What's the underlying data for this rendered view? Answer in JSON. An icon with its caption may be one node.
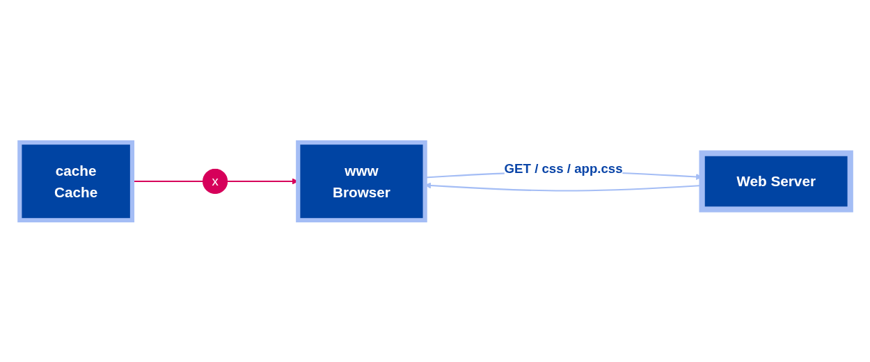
{
  "diagram": {
    "nodes": [
      {
        "text": [
          "www",
          "Browser"
        ]
      },
      {
        "text": [
          "Web Server"
        ]
      },
      {
        "text": [
          "cache",
          "Cache"
        ]
      }
    ],
    "edges": [
      {
        "from": 0,
        "to": 1,
        "label": "GET / css / app.css",
        "arrow": "to"
      },
      {
        "from": 1,
        "to": 0,
        "arrow": "to"
      },
      {
        "from": 2,
        "to": 0,
        "label": "x",
        "arrow": "to",
        "color": "#d6005a"
      }
    ]
  }
}
